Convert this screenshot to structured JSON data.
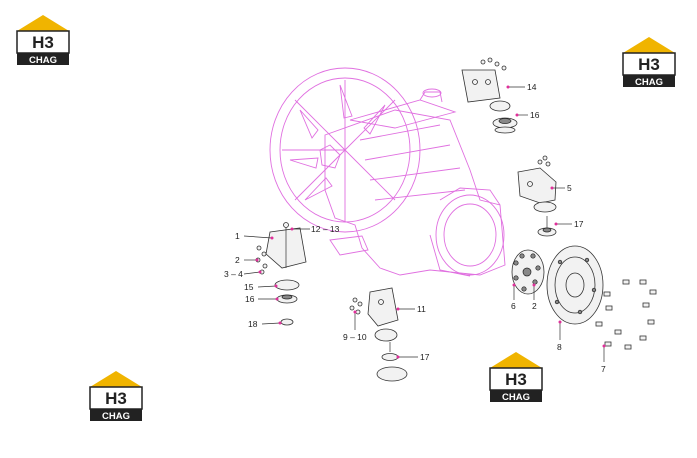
{
  "watermark": {
    "brand_top": "H3",
    "brand_bottom": "CHAG",
    "colors": {
      "yellow": "#f0b400",
      "dark": "#222222",
      "green": "#8cbf3f"
    }
  },
  "diagram": {
    "engine_color": "#e070e0",
    "callouts": {
      "c1": "1",
      "c12_13": "12 – 13",
      "c2_left": "2",
      "c3_4": "3 – 4",
      "c15": "15",
      "c16_left": "16",
      "c18": "18",
      "c14": "14",
      "c16_right": "16",
      "c5": "5",
      "c17_right": "17",
      "c11": "11",
      "c9_10": "9 – 10",
      "c17_bottom": "17",
      "c6": "6",
      "c2_right": "2",
      "c8": "8",
      "c7": "7"
    }
  }
}
